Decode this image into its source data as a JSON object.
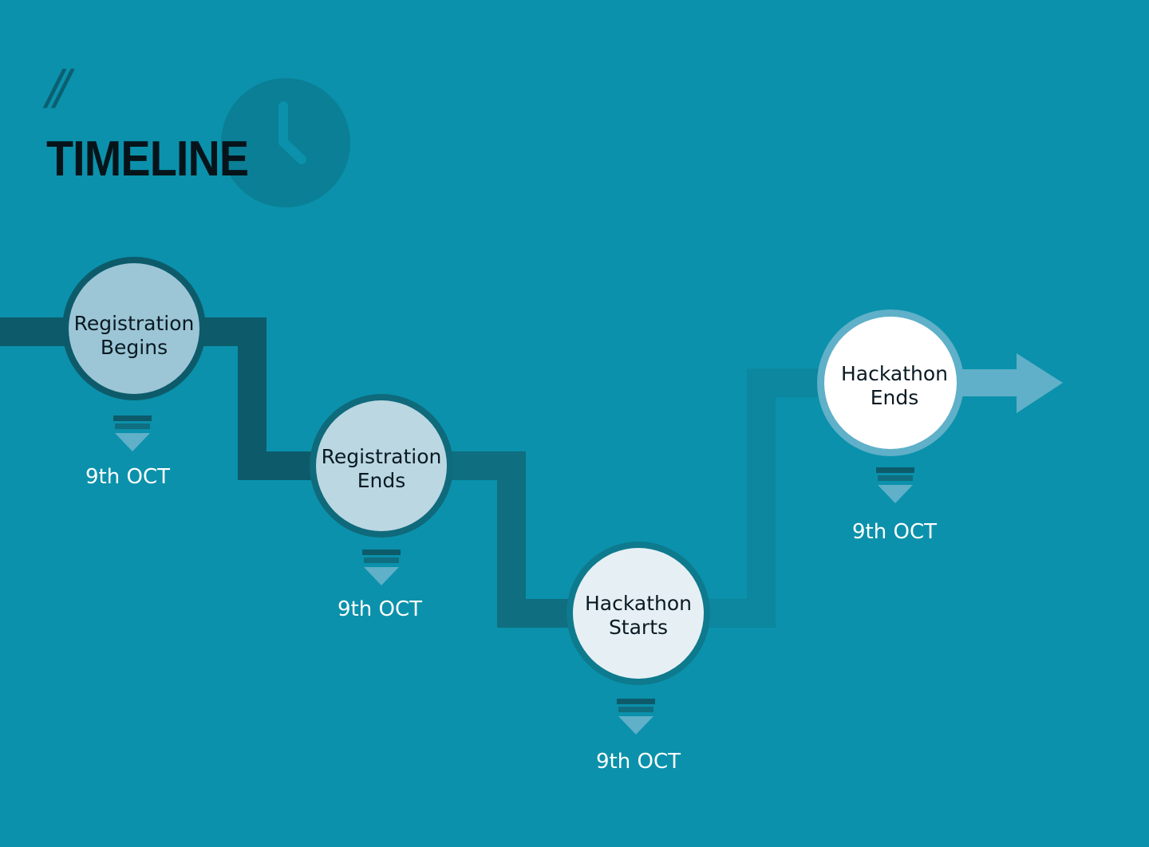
{
  "header": {
    "slashes": "//",
    "title": "TIMELINE"
  },
  "colors": {
    "background": "#0b91ab",
    "segment_1": "#0d5b6a",
    "segment_2": "#0f6e80",
    "segment_3": "#0e7a8e",
    "segment_4": "#0d87a0",
    "segment_5": "#5fb0c8",
    "node_1_fill": "#9cc6d6",
    "node_2_fill": "#bad7e2",
    "node_3_fill": "#e6f0f4",
    "node_4_fill": "#ffffff"
  },
  "timeline": {
    "nodes": [
      {
        "title_line_1": "Registration",
        "title_line_2": "Begins",
        "date": "9th OCT"
      },
      {
        "title_line_1": "Registration",
        "title_line_2": "Ends",
        "date": "9th OCT"
      },
      {
        "title_line_1": "Hackathon",
        "title_line_2": "Starts",
        "date": "9th OCT"
      },
      {
        "title_line_1": "Hackathon",
        "title_line_2": "Ends",
        "date": "9th OCT"
      }
    ]
  },
  "icons": {
    "background_icon": "clock-icon",
    "end_arrow": "arrow-right-icon",
    "date_marker": "chevron-down-icon"
  }
}
